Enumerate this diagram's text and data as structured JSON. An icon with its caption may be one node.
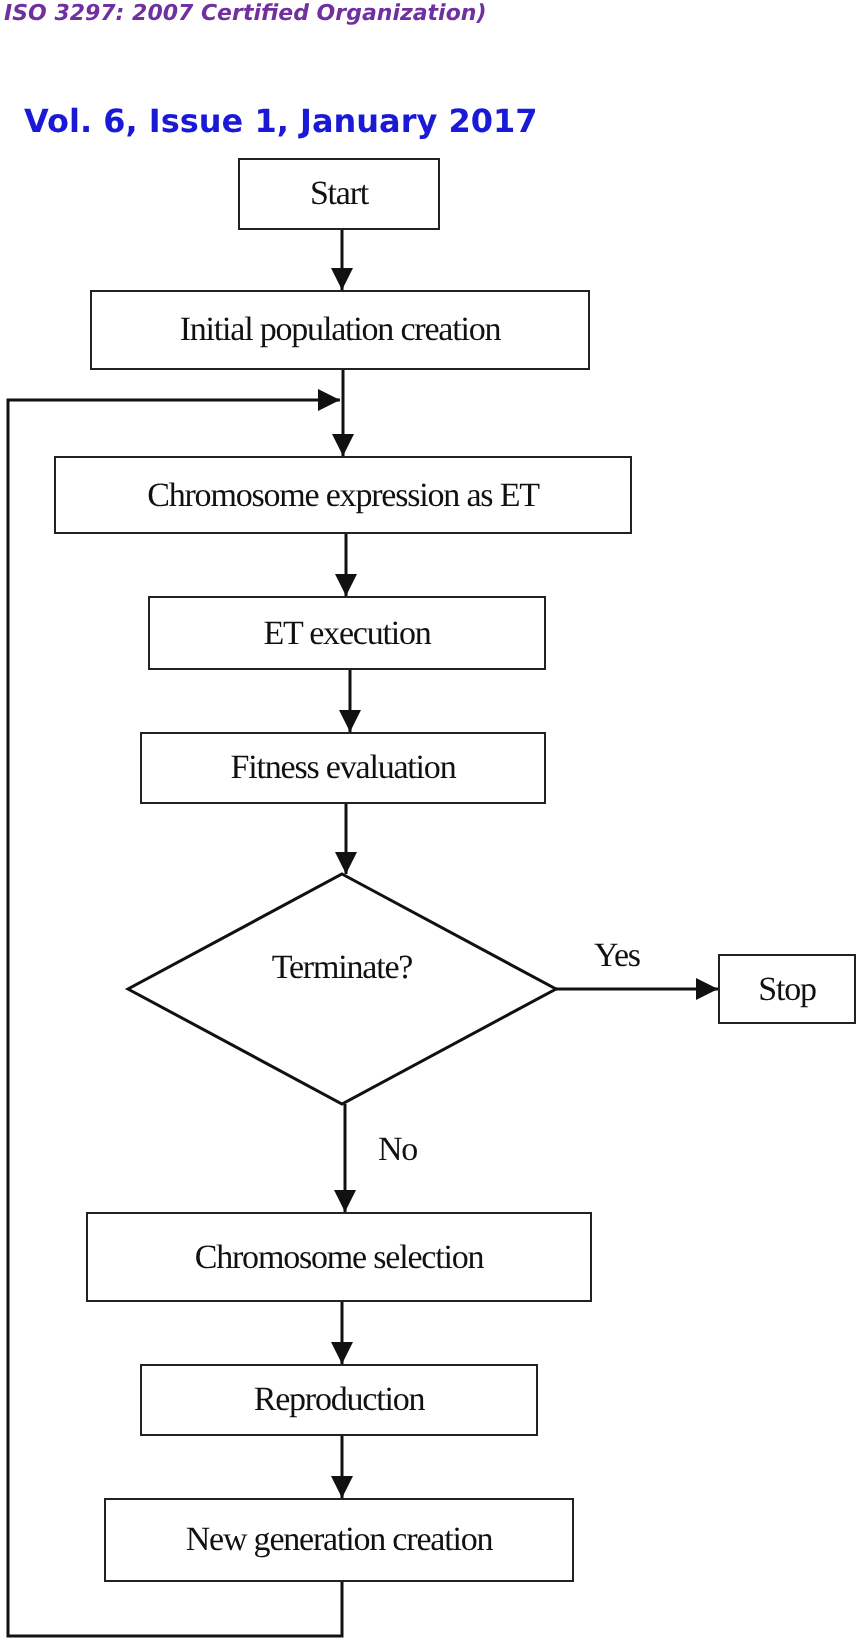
{
  "diagram": {
    "nodes": [
      {
        "text": [
          "Start"
        ]
      },
      {
        "text": [
          "Initial population creation"
        ]
      },
      {
        "text": [
          "Chromosome expression as ET"
        ]
      },
      {
        "text": [
          "ET execution"
        ]
      },
      {
        "text": [
          "Fitness evaluation"
        ]
      },
      {
        "text": [
          "Terminate?"
        ]
      },
      {
        "text": [
          "Stop"
        ]
      },
      {
        "text": [
          "Chromosome selection"
        ]
      },
      {
        "text": [
          "Reproduction"
        ]
      },
      {
        "text": [
          "New generation creation"
        ]
      }
    ],
    "edges": [
      {
        "from": 0,
        "to": 1,
        "arrow": "to"
      },
      {
        "from": 1,
        "to": 2,
        "arrow": "to"
      },
      {
        "from": 2,
        "to": 3,
        "arrow": "to"
      },
      {
        "from": 3,
        "to": 4,
        "arrow": "to"
      },
      {
        "from": 4,
        "to": 5,
        "arrow": "to"
      },
      {
        "from": 5,
        "to": 6,
        "arrow": "to",
        "label": "Yes"
      },
      {
        "from": 5,
        "to": 7,
        "arrow": "to",
        "label": "No"
      },
      {
        "from": 7,
        "to": 8,
        "arrow": "to"
      },
      {
        "from": 8,
        "to": 9,
        "arrow": "to"
      },
      {
        "from": 9,
        "to": 2,
        "arrow": "to"
      }
    ],
    "labels": [
      "ISO 3297: 2007 Certified Organization)",
      "Vol. 6, Issue 1, January 2017"
    ]
  }
}
